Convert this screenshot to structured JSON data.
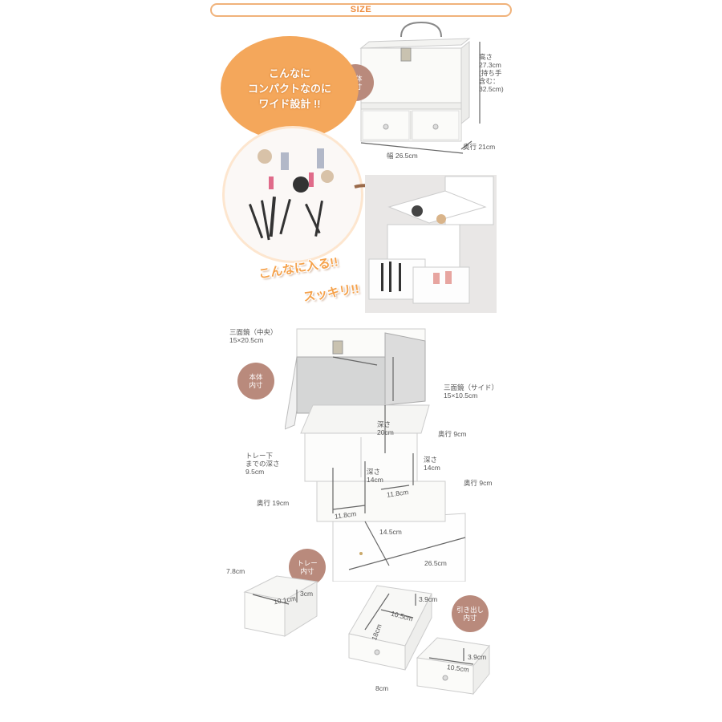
{
  "header": {
    "title": "SIZE"
  },
  "top": {
    "badge": "本体\n外寸",
    "height_label": "高さ\n27.3cm\n(持ち手\n含む：\n32.5cm)",
    "width_label": "幅 26.5cm",
    "depth_label": "奥行 21cm"
  },
  "promo": {
    "circle_text": "こんなに\nコンパクトなのに\nワイド設計 !!",
    "fits_text": "こんなに入る!!",
    "tidy_text": "スッキリ!!"
  },
  "interior": {
    "badge": "本体\n内寸",
    "mirror_center": "三面鏡（中央）\n15×20.5cm",
    "mirror_side": "三面鏡（サイド）\n15×10.5cm",
    "depth_20": "深さ\n20cm",
    "depth_9_top": "奥行 9cm",
    "tray_under": "トレー下\nまでの深さ\n9.5cm",
    "depth_14_left": "深さ\n14cm",
    "depth_14_right": "深さ\n14cm",
    "depth_9_right": "奥行 9cm",
    "depth_19": "奥行 19cm",
    "w_11_8_left": "11.8cm",
    "w_11_8_right": "11.8cm",
    "w_14_5": "14.5cm",
    "w_26_5": "26.5cm"
  },
  "tray": {
    "badge": "トレー\n内寸",
    "d_7_8": "7.8cm",
    "w_10_1": "10.1cm",
    "h_3": "3cm"
  },
  "drawer": {
    "badge": "引き出し\n内寸",
    "h_3_9_a": "3.9cm",
    "w_10_5_a": "10.5cm",
    "d_18": "18cm",
    "h_3_9_b": "3.9cm",
    "w_10_5_b": "10.5cm",
    "d_8": "8cm"
  }
}
